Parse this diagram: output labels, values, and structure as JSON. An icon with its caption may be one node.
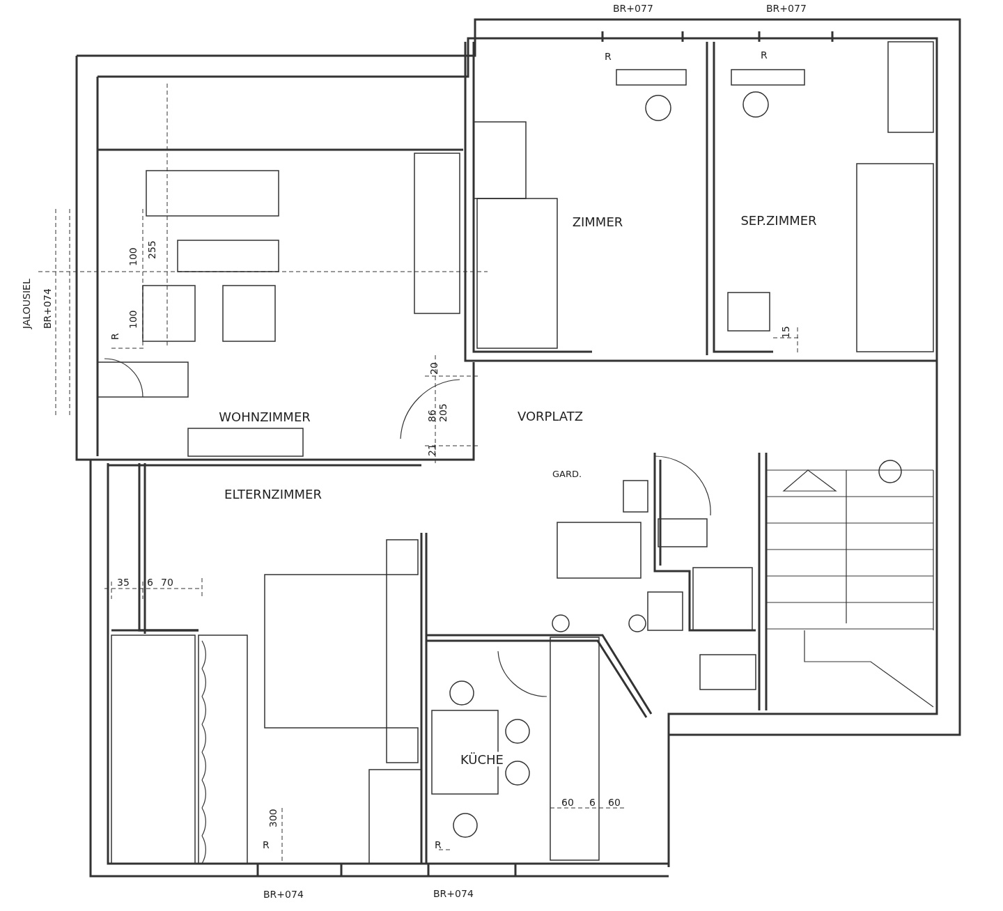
{
  "diagram": {
    "nodes": [
      {
        "text": [
          "WOHNZIMMER"
        ]
      },
      {
        "text": [
          "ZIMMER"
        ]
      },
      {
        "text": [
          "SEP.ZIMMER"
        ]
      },
      {
        "text": [
          "VORPLATZ"
        ]
      },
      {
        "text": [
          "GARD."
        ]
      },
      {
        "text": [
          "ELTERNZIMMER"
        ]
      },
      {
        "text": [
          "KÜCHE"
        ]
      }
    ],
    "labels": [
      "BR+077",
      "BR+077",
      "R",
      "R",
      "255",
      "100",
      "100",
      "JALOUSIEL",
      "BR+074",
      "R",
      "15",
      "20",
      "86",
      "205",
      "21",
      "35",
      "6",
      "70",
      "300",
      "60",
      "6",
      "60",
      "R",
      "R",
      "BR+074",
      "BR+074"
    ]
  }
}
